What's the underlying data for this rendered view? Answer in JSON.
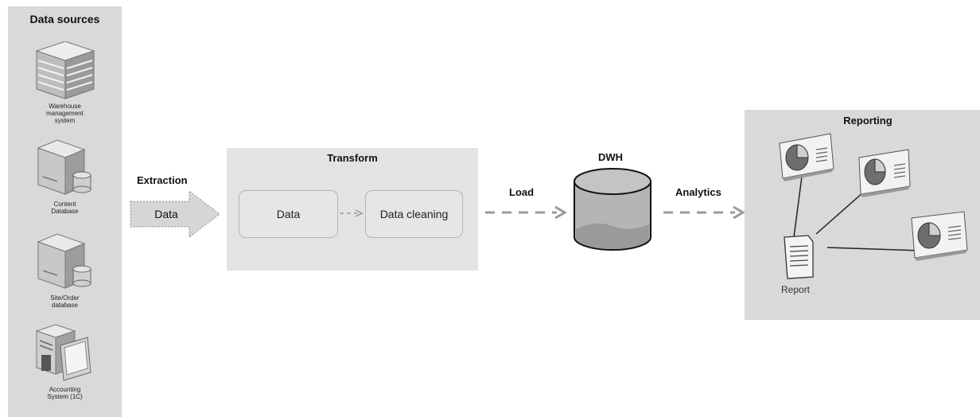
{
  "data_sources": {
    "title": "Data sources",
    "items": [
      {
        "label_lines": [
          "Warehouse",
          "management",
          "system"
        ],
        "icon": "server-rack-icon"
      },
      {
        "label_lines": [
          "Content",
          "Database"
        ],
        "icon": "database-server-icon"
      },
      {
        "label_lines": [
          "Site/Order",
          "database"
        ],
        "icon": "database-server-icon"
      },
      {
        "label_lines": [
          "Accounting",
          "System (1C)"
        ],
        "icon": "computer-terminal-icon"
      }
    ]
  },
  "extraction": {
    "title": "Extraction",
    "arrow_label": "Data"
  },
  "transform": {
    "title": "Transform",
    "step_data": "Data",
    "step_cleaning": "Data cleaning"
  },
  "load": {
    "label": "Load"
  },
  "dwh": {
    "label": "DWH"
  },
  "analytics": {
    "label": "Analytics"
  },
  "reporting": {
    "title": "Reporting",
    "report_label": "Report"
  }
}
